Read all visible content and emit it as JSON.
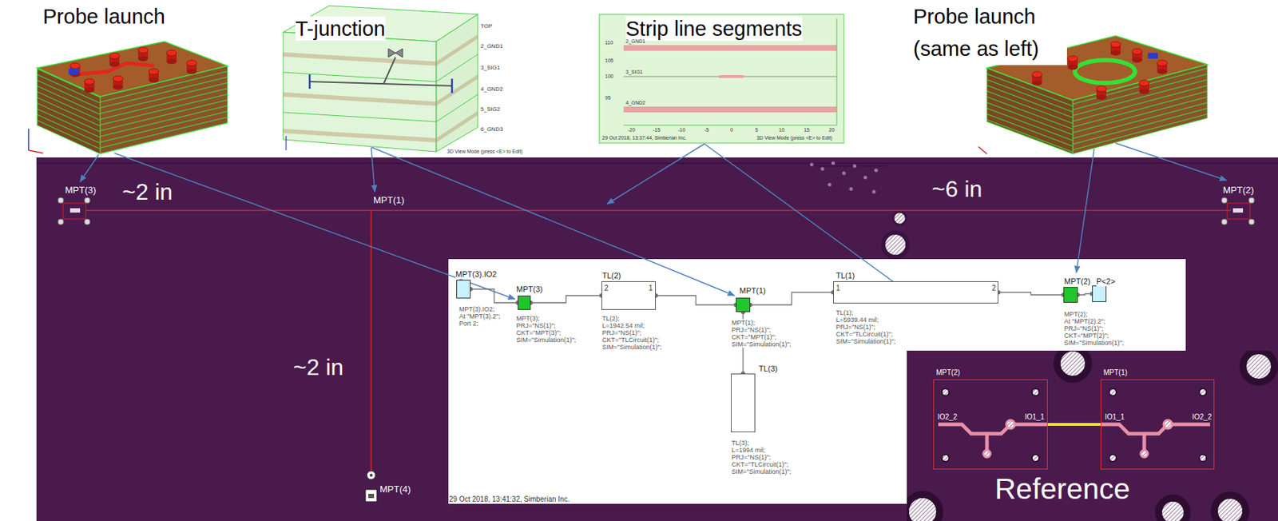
{
  "diagram": {
    "nodes": [
      {
        "text": [
          "29 Oct 2018, 13:41:32, Simberian Inc."
        ]
      },
      {
        "text": [
          "MPT(3).IO2",
          "MPT(3).IO2; At \"MPT(3).2\"; Port 2;"
        ],
        "in": 0
      },
      {
        "text": [
          "MPT(3)",
          "MPT(3); PRJ=\"NS(1)\"; CKT=\"MPT(3)\"; SIM=\"Simulation(1)\";"
        ],
        "in": 0
      },
      {
        "text": [
          "TL(2)",
          "2",
          "1",
          "TL(2); L=1942.54 mil; PRJ=\"NS(1)\"; CKT=\"TLCircuit(1)\"; SIM=\"Simulation(1)\";"
        ],
        "in": 0
      },
      {
        "text": [
          "MPT(1)",
          "MPT(1); PRJ=\"NS(1)\"; CKT=\"MPT(1)\"; SIM=\"Simulation(1)\";"
        ],
        "in": 0
      },
      {
        "text": [
          "TL(1)",
          "1",
          "2",
          "TL(1); L=5939.44 mil; PRJ=\"NS(1)\"; CKT=\"TLCircuit(1)\"; SIM=\"Simulation(1)\";"
        ],
        "in": 0
      },
      {
        "text": [
          "MPT(2)",
          "MPT(2); At \"MPT(2).2\"; PRJ=\"NS(1)\"; CKT=\"MPT(2)\"; SIM=\"Simulation(1)\";"
        ],
        "in": 0
      },
      {
        "text": [
          "P<2>"
        ],
        "in": 0
      },
      {
        "text": [
          "TL(3)",
          "TL(3); L=1994 mil; PRJ=\"NS(1)\"; CKT=\"TLCircuit(1)\"; SIM=\"Simulation(1)\";"
        ],
        "in": 0
      },
      {
        "text": [
          "Reference"
        ]
      },
      {
        "text": [
          "MPT(2)",
          "IO2_2",
          "IO1_1"
        ],
        "in": 9
      },
      {
        "text": [
          "MPT(1)",
          "IO1_1",
          "IO2_2"
        ],
        "in": 9
      }
    ],
    "edges": [
      {
        "from": 1,
        "to": 2,
        "arrow": "none"
      },
      {
        "from": 2,
        "to": 3,
        "arrow": "none"
      },
      {
        "from": 3,
        "to": 4,
        "arrow": "none"
      },
      {
        "from": 4,
        "to": 5,
        "arrow": "none"
      },
      {
        "from": 5,
        "to": 6,
        "arrow": "none"
      },
      {
        "from": 6,
        "to": 7,
        "arrow": "none"
      },
      {
        "from": 4,
        "to": 8,
        "arrow": "none"
      },
      {
        "from": 10,
        "to": 11,
        "arrow": "none"
      }
    ],
    "labels": [
      "Probe launch",
      "T-junction",
      "Strip line segments",
      "Probe launch (same as left)",
      "TOP",
      "2_GND1",
      "3_SIG1",
      "4_GND2",
      "5_SIG2",
      "6_GND3",
      "3D View Mode (press <E> to Edit)",
      "2_GND1",
      "3_SIG1",
      "4_GND2",
      "110",
      "105",
      "100",
      "95",
      "-20",
      "-15",
      "-10",
      "-5",
      "0",
      "5",
      "10",
      "15",
      "20",
      "29 Oct 2018, 13:37:44, Simberian Inc.",
      "3D View Mode (press <E> to Edit)",
      "MPT(3)",
      "~2 in",
      "MPT(1)",
      "~6 in",
      "MPT(2)",
      "~2 in",
      "MPT(4)"
    ]
  }
}
